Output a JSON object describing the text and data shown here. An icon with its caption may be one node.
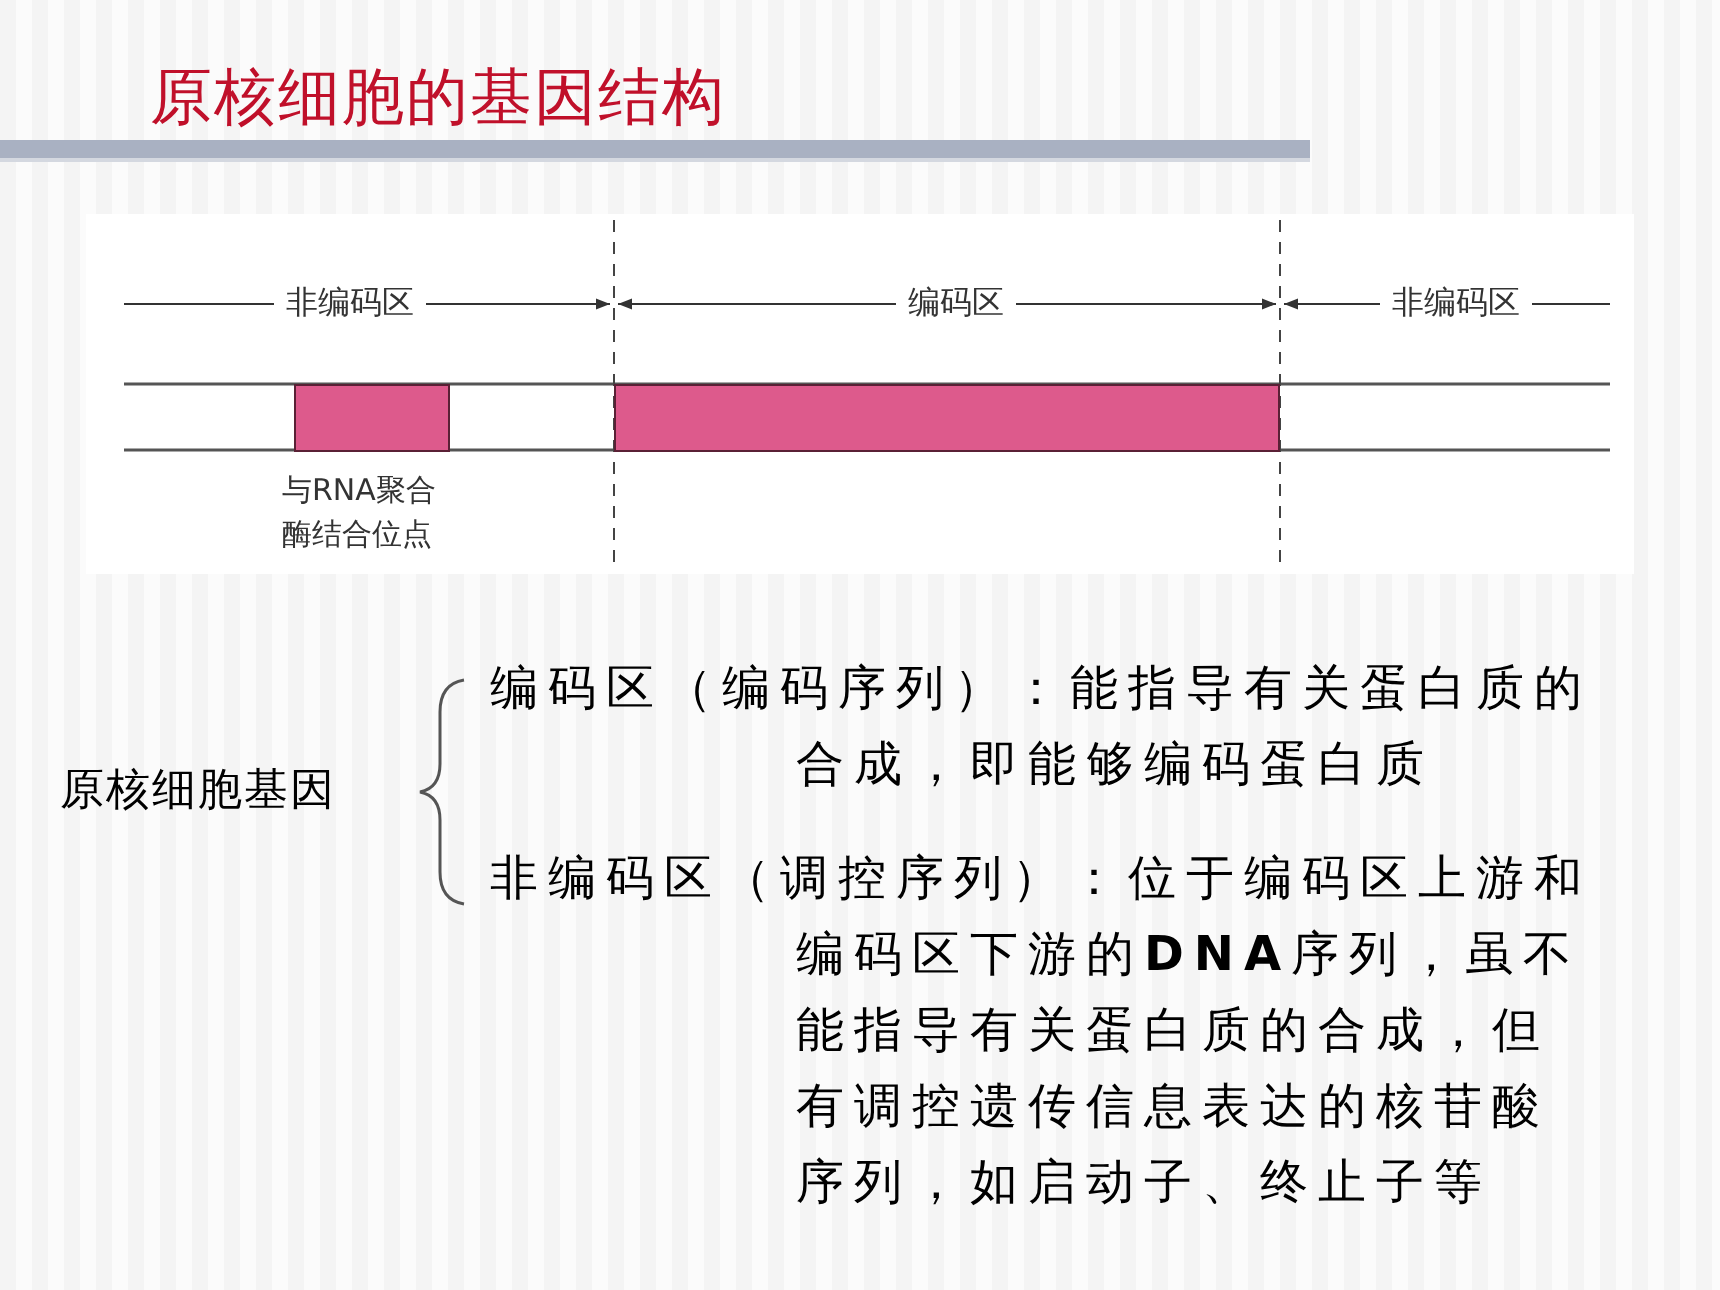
{
  "diagram": {
    "title": "原核细胞的基因结构",
    "nodes": [
      {
        "text": [],
        "shape": "box",
        "beside": [
          "与RNA聚合酶结合位点"
        ]
      },
      {
        "text": [],
        "shape": "box"
      }
    ],
    "edges": [],
    "labels": [
      "非编码区",
      "编码区",
      "非编码区",
      "原核细胞基因",
      "编码区（编码序列）：能指导有关蛋白质的合成，即能够编码蛋白质",
      "非编码区（调控序列）：位于编码区上游和编码区下游的**DNA**序列，虽不能指导有关蛋白质的合成，但有调控遗传信息表达的核苷酸序列，如启动子、终止子等"
    ]
  }
}
